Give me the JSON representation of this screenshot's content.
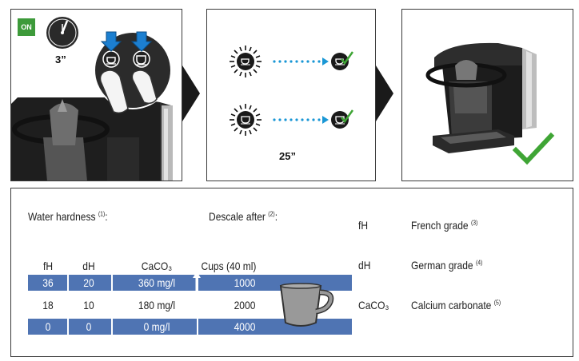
{
  "panel1": {
    "on_badge": "ON",
    "hold_time": "3”"
  },
  "panel2": {
    "duration": "25”"
  },
  "table": {
    "water_hardness_label": "Water hardness",
    "water_hardness_note": "(1)",
    "water_hardness_suffix": ":",
    "descale_label": "Descale after",
    "descale_note": "(2)",
    "descale_suffix": ":",
    "headers": [
      "fH",
      "dH",
      "CaCO₃",
      "Cups (40 ml)"
    ],
    "rows": [
      [
        "36",
        "20",
        "360 mg/l",
        "1000"
      ],
      [
        "18",
        "10",
        "180 mg/l",
        "2000"
      ],
      [
        "0",
        "0",
        "0 mg/l",
        "4000"
      ]
    ]
  },
  "legend": [
    {
      "abbr": "fH",
      "meaning": "French grade",
      "note": "(3)"
    },
    {
      "abbr": "dH",
      "meaning": "German grade",
      "note": "(4)"
    },
    {
      "abbr": "CaCO₃",
      "meaning": "Calcium carbonate",
      "note": "(5)"
    }
  ],
  "colors": {
    "row_blue": "#4f74b3",
    "check_green": "#3fa535",
    "on_green": "#3d9a3a",
    "arrow_blue": "#1a97d5"
  }
}
